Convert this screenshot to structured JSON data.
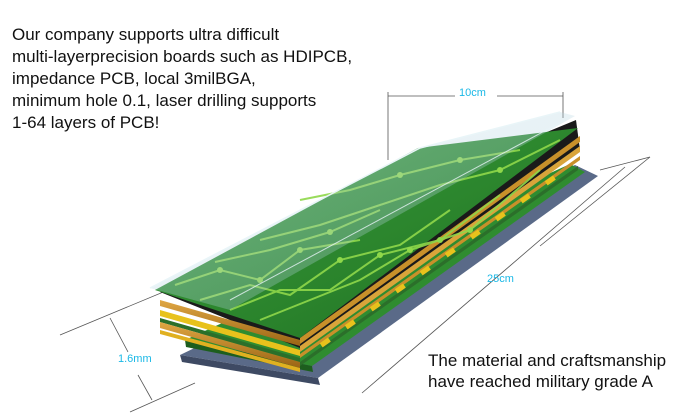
{
  "intro_text": {
    "lines": [
      "Our company supports ultra difficult",
      "multi-layerprecision boards such as HDIPCB,",
      "impedance PCB, local 3milBGA,",
      "minimum hole 0.1, laser drilling supports",
      "1-64 layers of PCB!"
    ]
  },
  "footnote_text": {
    "lines": [
      "The material and craftsmanship",
      "have reached military grade A"
    ]
  },
  "dimensions": {
    "width": "10cm",
    "length": "25cm",
    "thickness": "1.6mm",
    "color": "#1ab8e6"
  },
  "colors": {
    "pcb_green": "#2e8b2e",
    "trace_green": "#8fd84a",
    "copper": "#c8902a",
    "gold_pad": "#e8c21c",
    "base_blue": "#5a6a88"
  }
}
